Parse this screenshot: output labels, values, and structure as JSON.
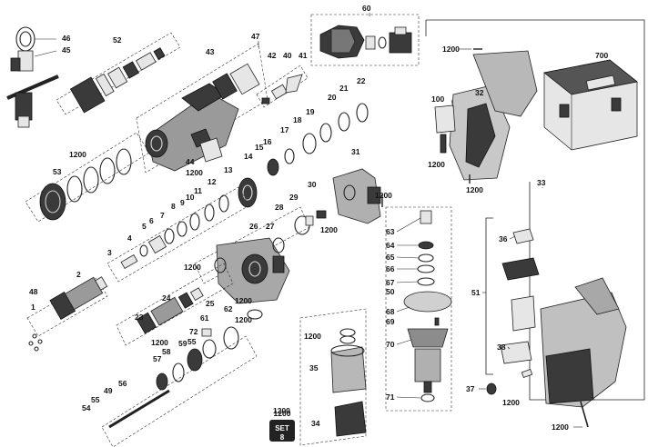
{
  "diagram": {
    "labels": [
      {
        "id": "l46",
        "text": "46"
      },
      {
        "id": "l45",
        "text": "45"
      },
      {
        "id": "l52",
        "text": "52"
      },
      {
        "id": "l60",
        "text": "60"
      },
      {
        "id": "l47",
        "text": "47"
      },
      {
        "id": "l43",
        "text": "43"
      },
      {
        "id": "l42",
        "text": "42"
      },
      {
        "id": "l40",
        "text": "40"
      },
      {
        "id": "l41",
        "text": "41"
      },
      {
        "id": "l1200a",
        "text": "1200"
      },
      {
        "id": "l700",
        "text": "700"
      },
      {
        "id": "l32",
        "text": "32"
      },
      {
        "id": "l22",
        "text": "22"
      },
      {
        "id": "l21",
        "text": "21"
      },
      {
        "id": "l20",
        "text": "20"
      },
      {
        "id": "l19",
        "text": "19"
      },
      {
        "id": "l18",
        "text": "18"
      },
      {
        "id": "l17",
        "text": "17"
      },
      {
        "id": "l16",
        "text": "16"
      },
      {
        "id": "l15",
        "text": "15"
      },
      {
        "id": "l14",
        "text": "14"
      },
      {
        "id": "l100",
        "text": "100"
      },
      {
        "id": "l1200b",
        "text": "1200"
      },
      {
        "id": "l53",
        "text": "53"
      },
      {
        "id": "l44",
        "text": "44"
      },
      {
        "id": "l1200c",
        "text": "1200"
      },
      {
        "id": "l13",
        "text": "13"
      },
      {
        "id": "l12",
        "text": "12"
      },
      {
        "id": "l11",
        "text": "11"
      },
      {
        "id": "l10",
        "text": "10"
      },
      {
        "id": "l9",
        "text": "9"
      },
      {
        "id": "l8",
        "text": "8"
      },
      {
        "id": "l7",
        "text": "7"
      },
      {
        "id": "l6",
        "text": "6"
      },
      {
        "id": "l5",
        "text": "5"
      },
      {
        "id": "l4",
        "text": "4"
      },
      {
        "id": "l3",
        "text": "3"
      },
      {
        "id": "l2",
        "text": "2"
      },
      {
        "id": "l48",
        "text": "48"
      },
      {
        "id": "l1",
        "text": "1"
      },
      {
        "id": "l31",
        "text": "31"
      },
      {
        "id": "l30",
        "text": "30"
      },
      {
        "id": "l29",
        "text": "29"
      },
      {
        "id": "l28",
        "text": "28"
      },
      {
        "id": "l27",
        "text": "27"
      },
      {
        "id": "l26",
        "text": "26"
      },
      {
        "id": "l1200d",
        "text": "1200"
      },
      {
        "id": "l1200e",
        "text": "1200"
      },
      {
        "id": "l1200f",
        "text": "1200"
      },
      {
        "id": "l1200g",
        "text": "1200"
      },
      {
        "id": "l33",
        "text": "33"
      },
      {
        "id": "l1200h",
        "text": "1200"
      },
      {
        "id": "l63",
        "text": "63"
      },
      {
        "id": "l64",
        "text": "64"
      },
      {
        "id": "l65",
        "text": "65"
      },
      {
        "id": "l66",
        "text": "66"
      },
      {
        "id": "l67",
        "text": "67"
      },
      {
        "id": "l50",
        "text": "50"
      },
      {
        "id": "l68",
        "text": "68"
      },
      {
        "id": "l69",
        "text": "69"
      },
      {
        "id": "l70",
        "text": "70"
      },
      {
        "id": "l71",
        "text": "71"
      },
      {
        "id": "l36",
        "text": "36"
      },
      {
        "id": "l51",
        "text": "51"
      },
      {
        "id": "l38",
        "text": "38"
      },
      {
        "id": "l37",
        "text": "37"
      },
      {
        "id": "l1200i",
        "text": "1200"
      },
      {
        "id": "l1200j",
        "text": "1200"
      },
      {
        "id": "l24",
        "text": "24"
      },
      {
        "id": "l25",
        "text": "25"
      },
      {
        "id": "l1200k",
        "text": "1200"
      },
      {
        "id": "l62",
        "text": "62"
      },
      {
        "id": "l1200l",
        "text": "1200"
      },
      {
        "id": "l23",
        "text": "23"
      },
      {
        "id": "l1200m",
        "text": "1200"
      },
      {
        "id": "l61",
        "text": "61"
      },
      {
        "id": "l72",
        "text": "72"
      },
      {
        "id": "l55",
        "text": "55"
      },
      {
        "id": "l58",
        "text": "58"
      },
      {
        "id": "l59",
        "text": "59"
      },
      {
        "id": "l57",
        "text": "57"
      },
      {
        "id": "l56",
        "text": "56"
      },
      {
        "id": "l49",
        "text": "49"
      },
      {
        "id": "l55b",
        "text": "55"
      },
      {
        "id": "l54",
        "text": "54"
      },
      {
        "id": "l1200n",
        "text": "1200"
      },
      {
        "id": "l35",
        "text": "35"
      },
      {
        "id": "l1200o",
        "text": "1200"
      },
      {
        "id": "l34",
        "text": "34"
      }
    ],
    "set_badge": "SET",
    "set_badge_sub": "8",
    "set_badge_caption": "1200"
  }
}
